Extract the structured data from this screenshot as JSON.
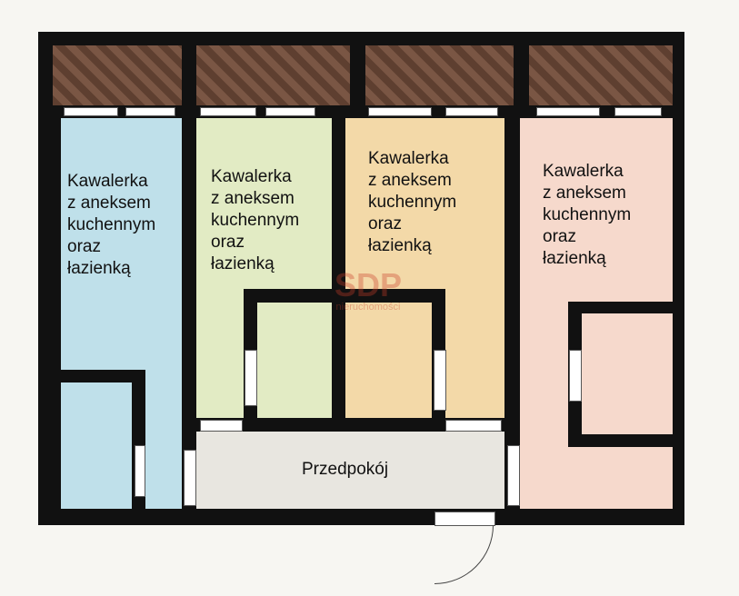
{
  "rooms": [
    {
      "label": "Kawalerka\nz aneksem\nkuchennym\noraz\nłazienką",
      "color": "#bfe0ea"
    },
    {
      "label": "Kawalerka\nz aneksem\nkuchennym\noraz\nłazienką",
      "color": "#e2ebc4"
    },
    {
      "label": "Kawalerka\nz aneksem\nkuchennym\noraz\nłazienką",
      "color": "#f3d9a8"
    },
    {
      "label": "Kawalerka\nz aneksem\nkuchennym\noraz\nłazienką",
      "color": "#f6d9cc"
    }
  ],
  "hallway": {
    "label": "Przedpokój",
    "color": "#e8e6e0"
  },
  "watermark": {
    "brand": "SDP",
    "sub": "nieruchomości"
  }
}
